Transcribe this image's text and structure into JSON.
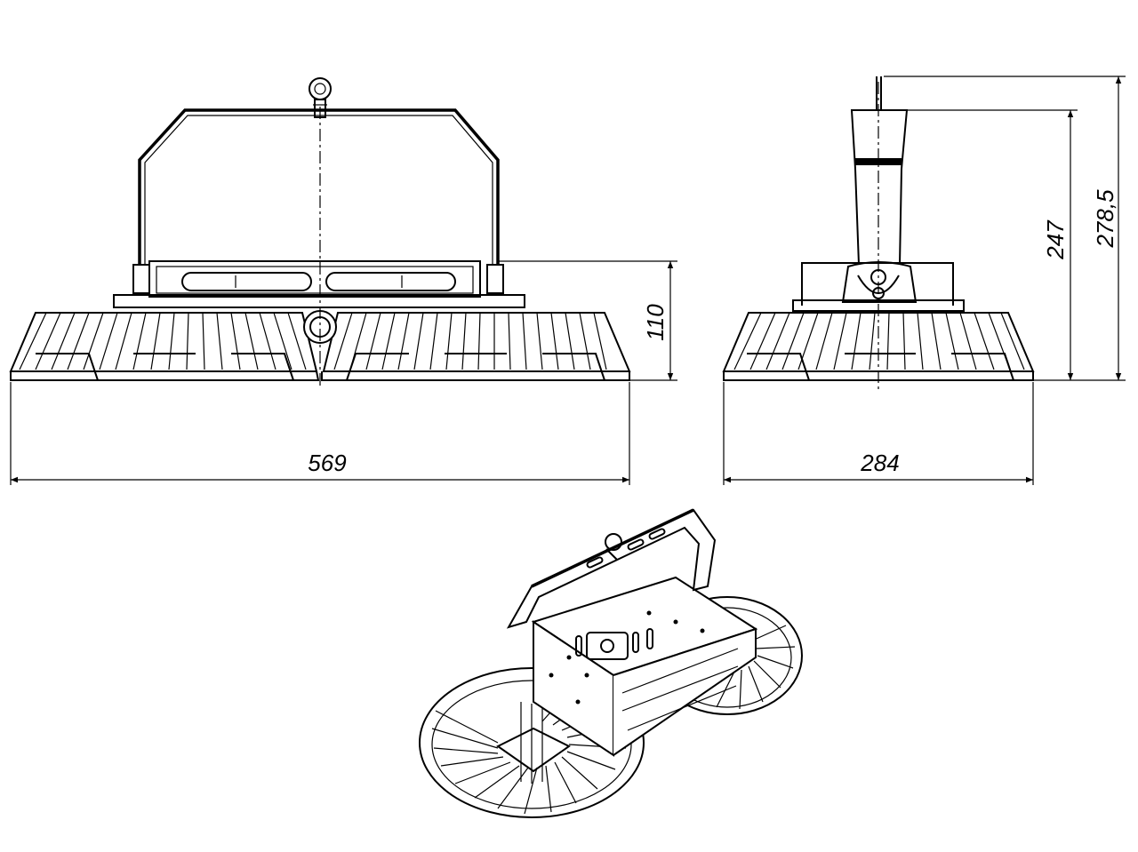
{
  "dimensions": {
    "front_width": "569",
    "front_height": "110",
    "side_width": "284",
    "side_height_body": "247",
    "side_height_total": "278,5"
  },
  "colors": {
    "line": "#000000",
    "background": "#ffffff"
  }
}
